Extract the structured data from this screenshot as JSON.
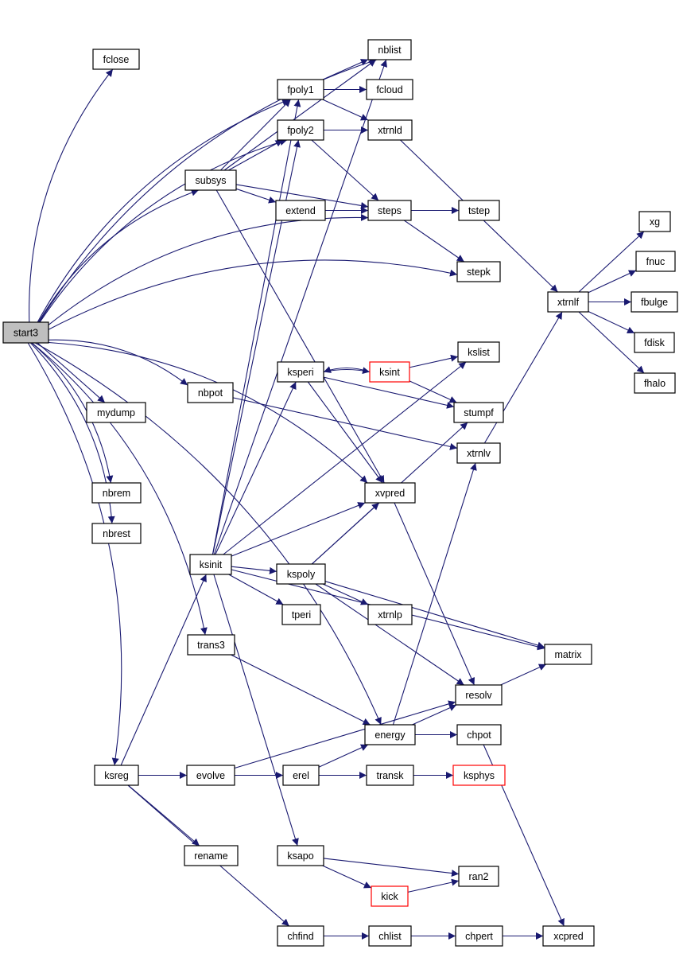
{
  "diagram": {
    "type": "call-graph",
    "edge_color": "#191970",
    "colors": {
      "root_fill": "#bfbfbf",
      "node_fill": "#ffffff",
      "node_border": "#000000",
      "truncated_border": "#ff0000"
    },
    "nodes": [
      {
        "id": "start3",
        "label": "start3",
        "style": "root"
      },
      {
        "id": "fclose",
        "label": "fclose"
      },
      {
        "id": "nblist",
        "label": "nblist"
      },
      {
        "id": "fpoly1",
        "label": "fpoly1"
      },
      {
        "id": "fcloud",
        "label": "fcloud"
      },
      {
        "id": "fpoly2",
        "label": "fpoly2"
      },
      {
        "id": "xtrnld",
        "label": "xtrnld"
      },
      {
        "id": "subsys",
        "label": "subsys"
      },
      {
        "id": "extend",
        "label": "extend"
      },
      {
        "id": "steps",
        "label": "steps"
      },
      {
        "id": "tstep",
        "label": "tstep"
      },
      {
        "id": "stepk",
        "label": "stepk"
      },
      {
        "id": "xg",
        "label": "xg"
      },
      {
        "id": "fnuc",
        "label": "fnuc"
      },
      {
        "id": "xtrnlf",
        "label": "xtrnlf"
      },
      {
        "id": "fbulge",
        "label": "fbulge"
      },
      {
        "id": "fdisk",
        "label": "fdisk"
      },
      {
        "id": "fhalo",
        "label": "fhalo"
      },
      {
        "id": "kslist",
        "label": "kslist"
      },
      {
        "id": "ksperi",
        "label": "ksperi"
      },
      {
        "id": "ksint",
        "label": "ksint",
        "style": "truncated"
      },
      {
        "id": "nbpot",
        "label": "nbpot"
      },
      {
        "id": "mydump",
        "label": "mydump"
      },
      {
        "id": "stumpf",
        "label": "stumpf"
      },
      {
        "id": "xtrnlv",
        "label": "xtrnlv"
      },
      {
        "id": "nbrem",
        "label": "nbrem"
      },
      {
        "id": "xvpred",
        "label": "xvpred"
      },
      {
        "id": "nbrest",
        "label": "nbrest"
      },
      {
        "id": "ksinit",
        "label": "ksinit"
      },
      {
        "id": "kspoly",
        "label": "kspoly"
      },
      {
        "id": "tperi",
        "label": "tperi"
      },
      {
        "id": "xtrnlp",
        "label": "xtrnlp"
      },
      {
        "id": "trans3",
        "label": "trans3"
      },
      {
        "id": "matrix",
        "label": "matrix"
      },
      {
        "id": "resolv",
        "label": "resolv"
      },
      {
        "id": "energy",
        "label": "energy"
      },
      {
        "id": "chpot",
        "label": "chpot"
      },
      {
        "id": "ksreg",
        "label": "ksreg"
      },
      {
        "id": "evolve",
        "label": "evolve"
      },
      {
        "id": "erel",
        "label": "erel"
      },
      {
        "id": "transk",
        "label": "transk"
      },
      {
        "id": "ksphys",
        "label": "ksphys",
        "style": "truncated"
      },
      {
        "id": "rename",
        "label": "rename"
      },
      {
        "id": "ksapo",
        "label": "ksapo"
      },
      {
        "id": "ran2",
        "label": "ran2"
      },
      {
        "id": "kick",
        "label": "kick",
        "style": "truncated"
      },
      {
        "id": "chfind",
        "label": "chfind"
      },
      {
        "id": "chlist",
        "label": "chlist"
      },
      {
        "id": "chpert",
        "label": "chpert"
      },
      {
        "id": "xcpred",
        "label": "xcpred"
      }
    ],
    "edges": [
      [
        "start3",
        "fclose"
      ],
      [
        "start3",
        "nblist"
      ],
      [
        "start3",
        "fpoly1"
      ],
      [
        "start3",
        "fpoly2"
      ],
      [
        "start3",
        "subsys"
      ],
      [
        "start3",
        "steps"
      ],
      [
        "start3",
        "stepk"
      ],
      [
        "start3",
        "nbpot"
      ],
      [
        "start3",
        "mydump"
      ],
      [
        "start3",
        "nbrem"
      ],
      [
        "start3",
        "nbrest"
      ],
      [
        "start3",
        "xvpred"
      ],
      [
        "start3",
        "trans3"
      ],
      [
        "start3",
        "energy"
      ],
      [
        "start3",
        "ksreg"
      ],
      [
        "subsys",
        "nblist"
      ],
      [
        "subsys",
        "fpoly1"
      ],
      [
        "subsys",
        "fpoly2"
      ],
      [
        "subsys",
        "extend"
      ],
      [
        "subsys",
        "steps"
      ],
      [
        "subsys",
        "xvpred"
      ],
      [
        "fpoly1",
        "nblist"
      ],
      [
        "fpoly1",
        "fcloud"
      ],
      [
        "fpoly1",
        "xtrnld"
      ],
      [
        "fpoly2",
        "xtrnld"
      ],
      [
        "fpoly2",
        "steps"
      ],
      [
        "extend",
        "steps"
      ],
      [
        "steps",
        "tstep"
      ],
      [
        "steps",
        "stepk"
      ],
      [
        "xtrnld",
        "xtrnlf"
      ],
      [
        "xtrnlv",
        "xtrnlf"
      ],
      [
        "xtrnlf",
        "xg"
      ],
      [
        "xtrnlf",
        "fnuc"
      ],
      [
        "xtrnlf",
        "fbulge"
      ],
      [
        "xtrnlf",
        "fdisk"
      ],
      [
        "xtrnlf",
        "fhalo"
      ],
      [
        "ksperi",
        "ksint"
      ],
      [
        "ksint",
        "ksperi"
      ],
      [
        "ksint",
        "kslist"
      ],
      [
        "ksint",
        "stumpf"
      ],
      [
        "ksperi",
        "stumpf"
      ],
      [
        "ksperi",
        "xvpred"
      ],
      [
        "nbpot",
        "xtrnlv"
      ],
      [
        "ksinit",
        "nblist"
      ],
      [
        "ksinit",
        "fpoly1"
      ],
      [
        "ksinit",
        "fpoly2"
      ],
      [
        "ksinit",
        "kslist"
      ],
      [
        "ksinit",
        "ksperi"
      ],
      [
        "ksinit",
        "xvpred"
      ],
      [
        "ksinit",
        "kspoly"
      ],
      [
        "ksinit",
        "tperi"
      ],
      [
        "ksinit",
        "matrix"
      ],
      [
        "ksinit",
        "ksapo"
      ],
      [
        "kspoly",
        "xvpred"
      ],
      [
        "kspoly",
        "stumpf"
      ],
      [
        "kspoly",
        "xtrnlp"
      ],
      [
        "kspoly",
        "matrix"
      ],
      [
        "kspoly",
        "resolv"
      ],
      [
        "xvpred",
        "resolv"
      ],
      [
        "resolv",
        "matrix"
      ],
      [
        "trans3",
        "energy"
      ],
      [
        "energy",
        "xtrnlv"
      ],
      [
        "energy",
        "resolv"
      ],
      [
        "energy",
        "chpot"
      ],
      [
        "chpot",
        "xcpred"
      ],
      [
        "ksreg",
        "ksinit"
      ],
      [
        "ksreg",
        "evolve"
      ],
      [
        "ksreg",
        "rename"
      ],
      [
        "ksreg",
        "chfind"
      ],
      [
        "evolve",
        "erel"
      ],
      [
        "evolve",
        "resolv"
      ],
      [
        "erel",
        "energy"
      ],
      [
        "erel",
        "transk"
      ],
      [
        "transk",
        "ksphys"
      ],
      [
        "ksapo",
        "ran2"
      ],
      [
        "ksapo",
        "kick"
      ],
      [
        "kick",
        "ran2"
      ],
      [
        "chfind",
        "chlist"
      ],
      [
        "chfind",
        "xcpred"
      ],
      [
        "chlist",
        "chpert"
      ],
      [
        "chpert",
        "xcpred"
      ]
    ]
  }
}
